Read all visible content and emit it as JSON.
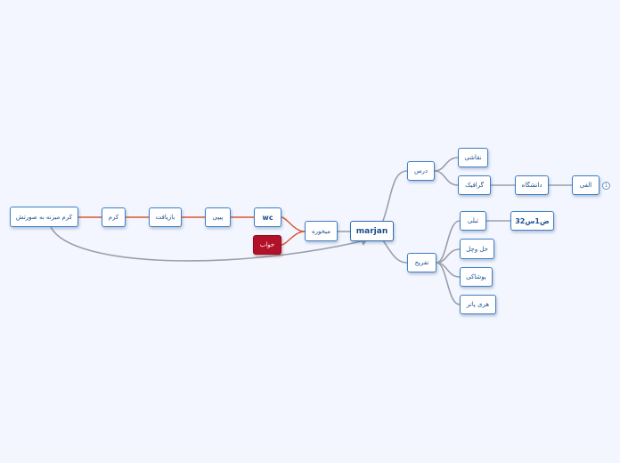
{
  "colors": {
    "background": "#f3f6fe",
    "node_border": "#3f7fc6",
    "node_text": "#1c4f8f",
    "branch_gray": "#9a9fab",
    "branch_red": "#d9552e",
    "red_node": "#b3112a"
  },
  "map": {
    "central": "marjan",
    "right": {
      "dars": "درس",
      "naghashi": "نقاشی",
      "graphic": "گرافیک",
      "daneshgah": "دانشگاه",
      "alfi": "الفی",
      "alfi_badge": "1",
      "tafrih": "تفریح",
      "tabli": "تبلی",
      "s32": "ض1س32",
      "khal_vatal": "خل وچل",
      "pushaki": "پوشاکی",
      "harry_potter": "هری پاتر"
    },
    "left": {
      "mikhore": "میخوره",
      "wc": "wc",
      "khab": "خواب",
      "pipi": "پیپی",
      "bazyaft": "بازیافت",
      "kerm": "کرم",
      "kerm_long": "کرم میزنه به صورتش"
    }
  }
}
